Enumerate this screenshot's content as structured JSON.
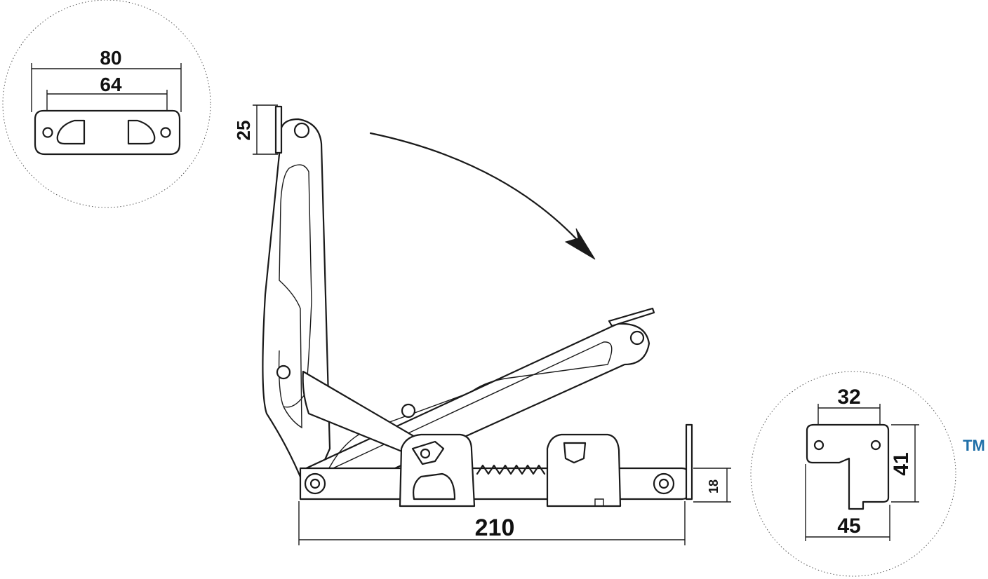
{
  "dimensions": {
    "top_plate_overall": "80",
    "top_plate_holes": "64",
    "top_bracket_height": "25",
    "base_height": "18",
    "base_length": "210",
    "side_plate_width": "32",
    "side_plate_height": "41",
    "side_plate_overall": "45"
  },
  "trademark": "TM",
  "colors": {
    "line": "#1a1a1a",
    "trademark": "#1f6fa8",
    "detail_circle": "#555555"
  },
  "icons": {
    "motion": "curved-arrow-icon"
  }
}
